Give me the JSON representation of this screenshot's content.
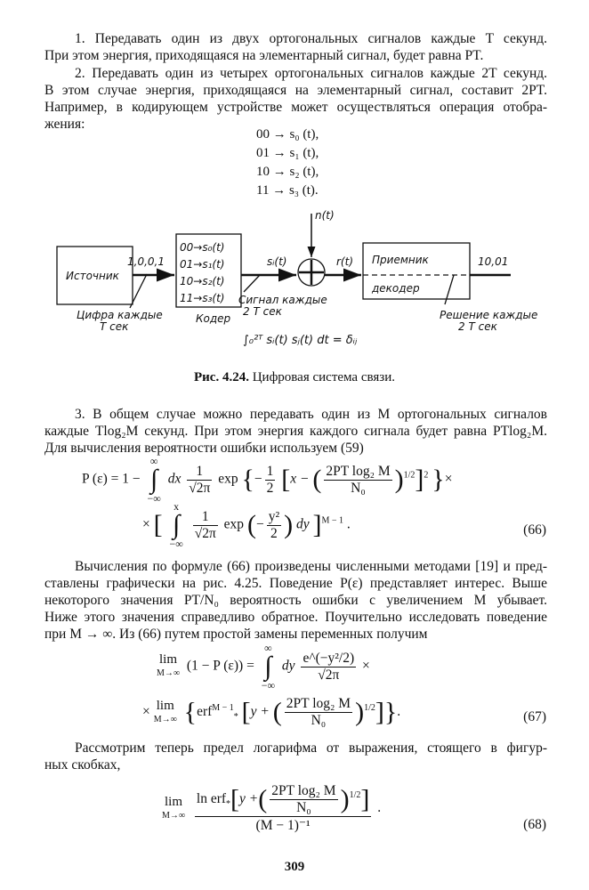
{
  "para1": [
    "1. Передавать один из двух ортогональных сигналов каждые T секунд.",
    "При этом энергия, приходящаяся на элементарный сигнал, будет равна PT."
  ],
  "para2": [
    "2. Передавать один из четырех ортогональных сигналов каждые 2T секунд.",
    "В этом случае энергия, приходящаяся на элементарный сигнал, составит 2PT.",
    "Например, в кодирующем устройстве может осуществляться операция отобра-",
    "жения:"
  ],
  "mapping": [
    "00 → s₀ (t),",
    "01 → s₁ (t),",
    "10 → s₂ (t),",
    "11 → s₃ (t)."
  ],
  "diagram": {
    "source": "Источник",
    "source_out": "1,0,0,1",
    "source_note": [
      "Цифра каждые",
      "T сек"
    ],
    "coder_rows": [
      "00→s₀(t)",
      "01→s₁(t)",
      "10→s₂(t)",
      "11→s₃(t)"
    ],
    "coder": "Кодер",
    "signal": "sᵢ(t)",
    "signal_note": [
      "Сигнал каждые",
      "2 T сек"
    ],
    "noise": "n(t)",
    "received": "r(t)",
    "receiver_top": "Приемник",
    "receiver_bottom": "декодер",
    "output": "10,01",
    "output_note": [
      "Решение каждые",
      "2 T сек"
    ],
    "orthogonality": "∫₀²ᵀ sᵢ(t) sⱼ(t) dt = δᵢⱼ"
  },
  "caption": {
    "label": "Рис. 4.24.",
    "text": "Цифровая система связи."
  },
  "para3": [
    "3. В общем случае можно передавать один из M ортогональных сигналов",
    "каждые Tlog₂M секунд. При этом энергия каждого сигнала будет равна PTlog₂M.",
    "Для вычисления вероятности ошибки используем (59)"
  ],
  "eq66": {
    "lhs": "P (ε) = 1 −",
    "dx": "dx",
    "one": "1",
    "sqrt": "√2π",
    "exp": "exp",
    "half": "1",
    "two": "2",
    "x": "x −",
    "num": "2PT log₂ M",
    "den": "N₀",
    "pow": "1/2",
    "sq": "2",
    "times": "×",
    "upper": "∞",
    "lower": "−∞",
    "upper2": "x",
    "y2": "y²",
    "dy": "dy",
    "powM": "M − 1",
    "number": "(66)"
  },
  "para4": [
    "Вычисления по формуле (66) произведены численными методами [19] и пред-",
    "ставлены графически на рис. 4.25. Поведение P(ε) представляет интерес. Выше",
    "некоторого значения PT/N₀ вероятность ошибки с увеличением M убывает.",
    "Ниже этого значения справедливо обратное. Поучительно исследовать поведение",
    "при M → ∞. Из (66) путем простой замены переменных получим"
  ],
  "eq67": {
    "lim": "lim",
    "sub": "M→∞",
    "lhs": "(1 − P (ε)) =",
    "dy": "dy",
    "num": "e^(−y²/2)",
    "den": "√2π",
    "times": "×",
    "erf": "erf",
    "erfsup": "M − 1",
    "erfsub": "*",
    "y": "y +",
    "inner_num": "2PT log₂ M",
    "inner_den": "N₀",
    "pow": "1/2",
    "number": "(67)"
  },
  "para5": [
    "Рассмотрим  теперь предел логарифма от выражения,  стоящего в фигур-",
    "ных скобках,"
  ],
  "eq68": {
    "lim": "lim",
    "sub": "M→∞",
    "num_pre": "ln erf",
    "num_y": "y +",
    "inner_num": "2PT log₂ M",
    "inner_den": "N₀",
    "pow": "1/2",
    "den": "(M − 1)⁻¹",
    "number": "(68)"
  },
  "page_number": "309"
}
